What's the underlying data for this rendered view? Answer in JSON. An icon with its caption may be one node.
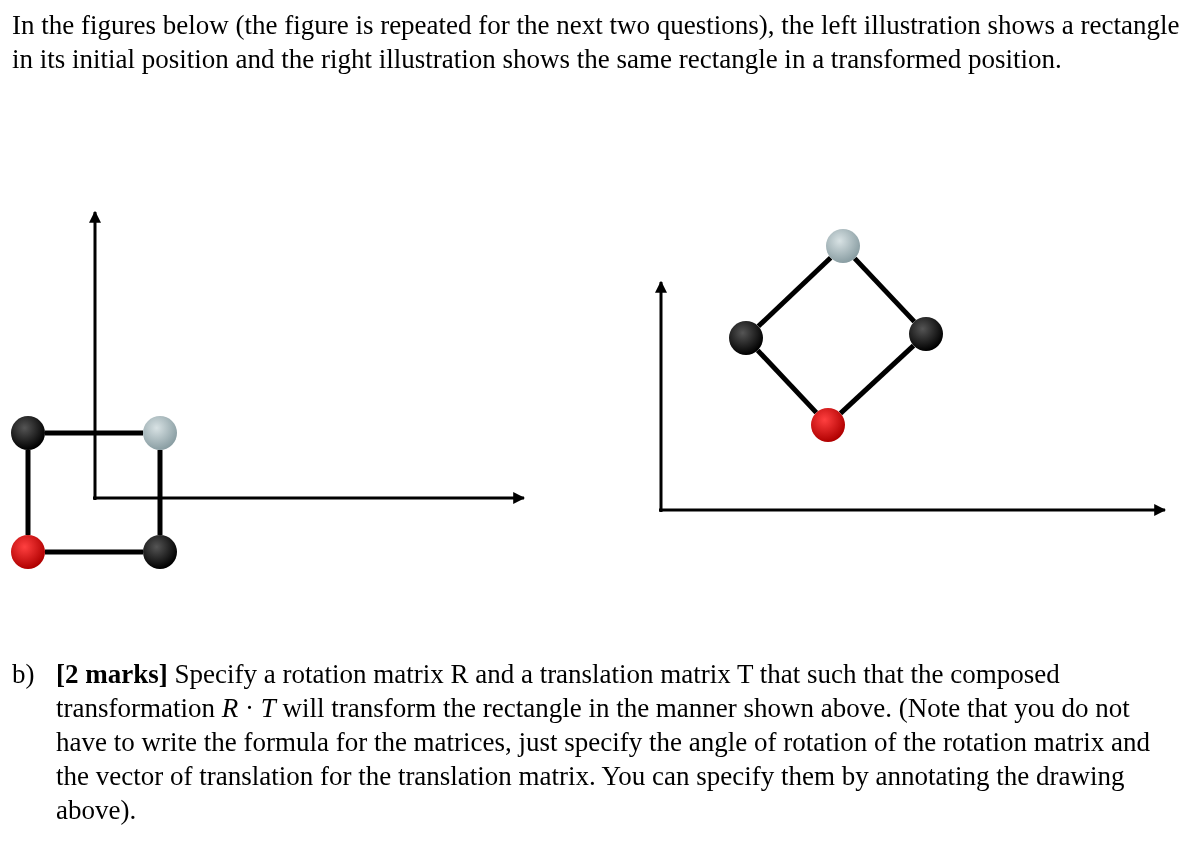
{
  "diagram": {
    "nodes": [
      {
        "text": [],
        "shape": "circle"
      },
      {
        "text": [],
        "shape": "circle"
      },
      {
        "text": [],
        "shape": "circle"
      },
      {
        "text": [],
        "shape": "circle"
      },
      {
        "text": [],
        "shape": "circle"
      },
      {
        "text": [],
        "shape": "circle"
      },
      {
        "text": [],
        "shape": "circle"
      },
      {
        "text": [],
        "shape": "circle"
      }
    ],
    "edges": [
      {
        "from": 0,
        "to": 1,
        "arrow": "none"
      },
      {
        "from": 1,
        "to": 3,
        "arrow": "none"
      },
      {
        "from": 3,
        "to": 2,
        "arrow": "none"
      },
      {
        "from": 2,
        "to": 0,
        "arrow": "none"
      },
      {
        "from": 4,
        "to": 5,
        "arrow": "none"
      },
      {
        "from": 4,
        "to": 6,
        "arrow": "none"
      },
      {
        "from": 5,
        "to": 7,
        "arrow": "none"
      },
      {
        "from": 6,
        "to": 7,
        "arrow": "none"
      }
    ],
    "labels": [
      "In the figures below (the figure is repeated for the next two questions), the left illustration shows a rectangle in its initial position and the right illustration shows the same rectangle in a transformed position.",
      "b)",
      "**[2 marks]** Specify a rotation matrix R and a translation matrix T that such that the composed transformation *R* · *T* will transform the rectangle in the manner shown above. (Note that you do not have to write the formula for the matrices, just specify the angle of rotation of the rotation matrix and the vector of translation for the translation matrix. You can specify them by annotating the drawing above)."
    ]
  }
}
